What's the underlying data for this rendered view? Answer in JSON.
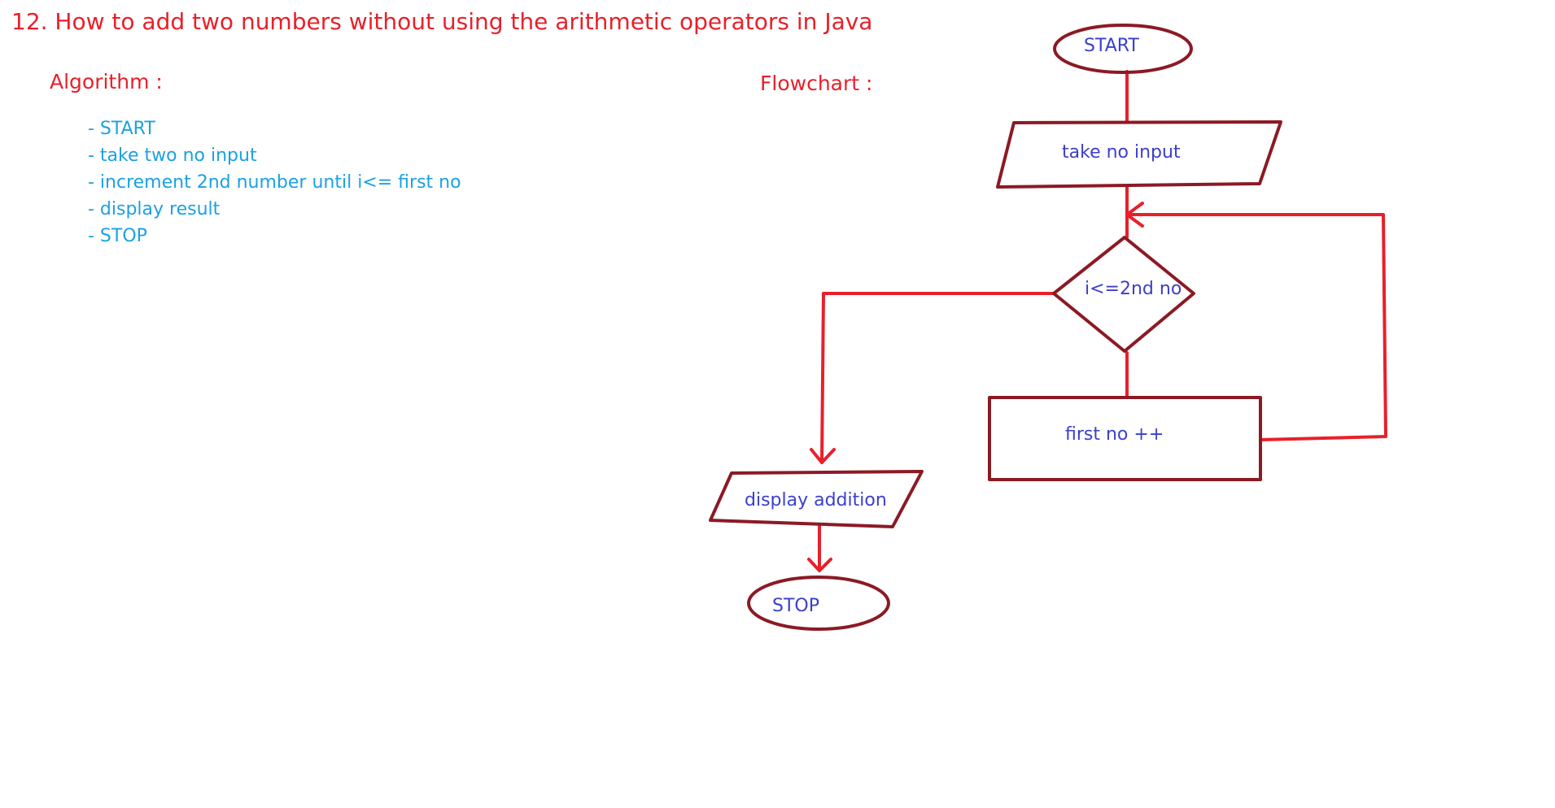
{
  "title": "12. How to add two numbers without using the arithmetic operators in Java",
  "algorithm": {
    "heading": "Algorithm :",
    "steps": [
      "-  START",
      "- take two no input",
      "- increment 2nd number until i<= first no",
      "- display result",
      "- STOP"
    ]
  },
  "flowchart": {
    "heading": "Flowchart :",
    "nodes": {
      "start": "START",
      "input": "take no input",
      "decision": "i<=2nd no",
      "process": "first no ++",
      "output": "display addition",
      "stop": "STOP"
    }
  },
  "colors": {
    "heading_red": "#e8202a",
    "algorithm_text": "#1ba1e2",
    "node_text": "#3b3fcc",
    "shape_outline": "#8b1a24",
    "connector": "#e8202a"
  }
}
